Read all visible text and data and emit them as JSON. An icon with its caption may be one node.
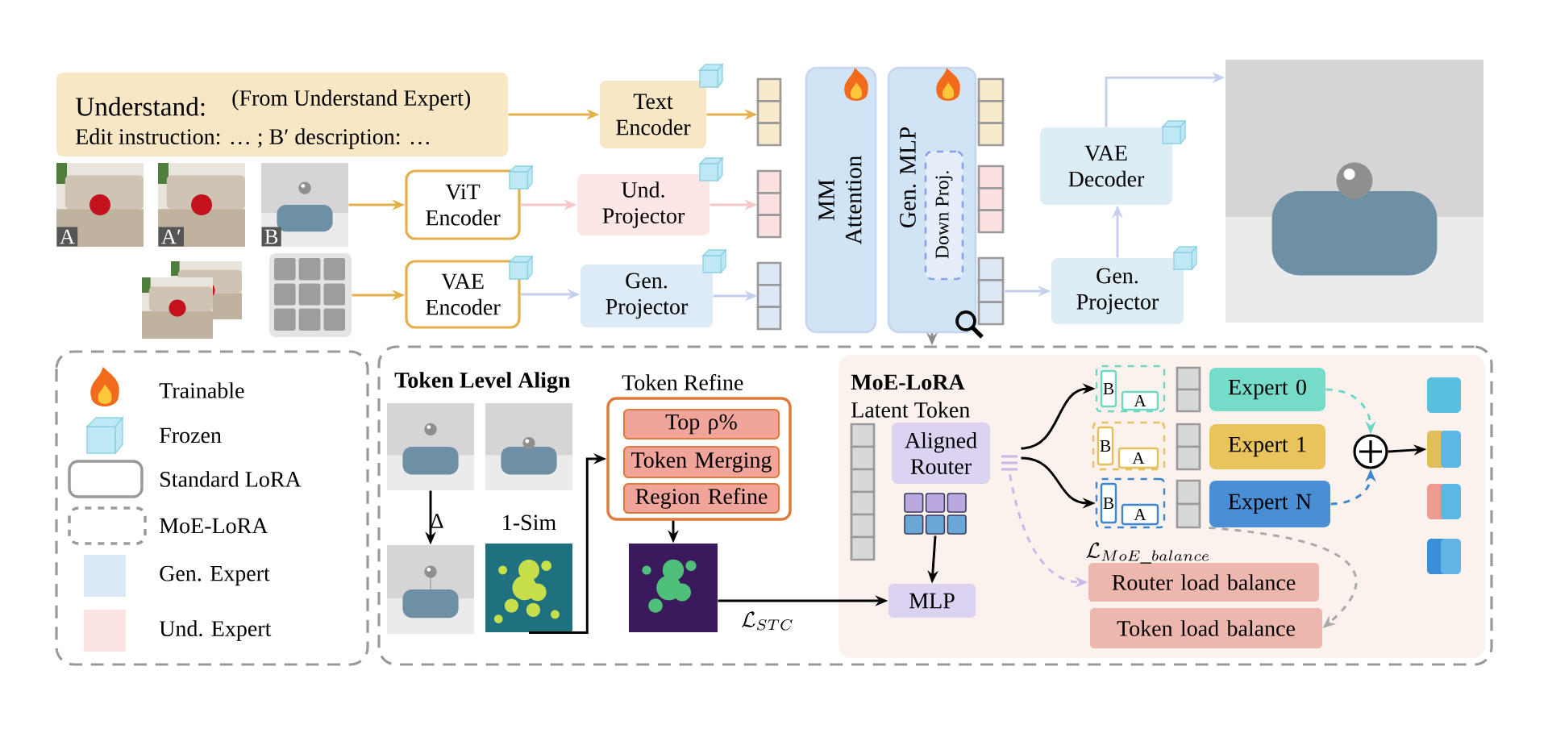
{
  "diagram": {
    "nodes": [
      {
        "text": [
          "Understand:",
          "(From Understand Expert)",
          "Edit instruction: … ; B′ description: …"
        ]
      },
      {
        "text": [
          "Text Encoder"
        ]
      },
      {
        "text": [
          "A"
        ]
      },
      {
        "text": [
          "A′"
        ]
      },
      {
        "text": [
          "B"
        ]
      },
      {
        "text": [
          "ViT Encoder"
        ]
      },
      {
        "text": [
          "Und. Projector"
        ]
      },
      {
        "text": [],
        "shape": "picture"
      },
      {
        "text": [],
        "shape": "picture"
      },
      {
        "text": [
          "VAE Encoder"
        ]
      },
      {
        "text": [
          "Gen. Projector"
        ]
      },
      {
        "text": [],
        "shape": "bar"
      },
      {
        "text": [],
        "shape": "bar"
      },
      {
        "text": [],
        "shape": "bar"
      },
      {
        "text": [
          "MM Attention"
        ]
      },
      {
        "text": [
          "Gen. MLP"
        ]
      },
      {
        "text": [
          "Down Proj."
        ],
        "in": 15
      },
      {
        "text": [],
        "shape": "bar"
      },
      {
        "text": [],
        "shape": "bar"
      },
      {
        "text": [],
        "shape": "bar"
      },
      {
        "text": [
          "VAE Decoder"
        ]
      },
      {
        "text": [
          "Gen. Projector"
        ]
      },
      {
        "text": [],
        "shape": "picture"
      },
      {
        "text": [
          "Token Level Align"
        ]
      },
      {
        "text": [],
        "shape": "picture",
        "in": 23
      },
      {
        "text": [],
        "shape": "picture",
        "in": 23
      },
      {
        "text": [],
        "shape": "picture",
        "in": 23
      },
      {
        "text": [],
        "shape": "picture",
        "beside": [
          "1-Sim"
        ],
        "in": 23
      },
      {
        "text": [
          "Token Refine"
        ],
        "in": 23
      },
      {
        "text": [
          "Top ρ%"
        ],
        "in": 28
      },
      {
        "text": [
          "Token Merging"
        ],
        "in": 28
      },
      {
        "text": [
          "Region Refine"
        ],
        "in": 28
      },
      {
        "text": [],
        "shape": "picture",
        "in": 23
      },
      {
        "text": [
          "MoE-LoRA"
        ],
        "in": 23
      },
      {
        "text": [],
        "shape": "bar",
        "in": 33
      },
      {
        "text": [
          "Aligned Router"
        ],
        "in": 33
      },
      {
        "text": [],
        "shape": "picture",
        "in": 33
      },
      {
        "text": [
          "MLP"
        ],
        "in": 33
      },
      {
        "text": [],
        "shape": "box",
        "in": 33
      },
      {
        "text": [
          "B"
        ],
        "in": 38
      },
      {
        "text": [
          "A"
        ],
        "in": 38
      },
      {
        "text": [],
        "shape": "box",
        "in": 33
      },
      {
        "text": [
          "B"
        ],
        "in": 41
      },
      {
        "text": [
          "A"
        ],
        "in": 41
      },
      {
        "text": [],
        "shape": "box",
        "in": 33
      },
      {
        "text": [
          "B"
        ],
        "in": 44
      },
      {
        "text": [
          "A"
        ],
        "in": 44
      },
      {
        "text": [
          "Expert 0"
        ],
        "in": 33
      },
      {
        "text": [
          "Expert 1"
        ],
        "in": 33
      },
      {
        "text": [
          "Expert N"
        ],
        "in": 33
      },
      {
        "text": [],
        "shape": "circle",
        "in": 33
      },
      {
        "text": [],
        "shape": "box",
        "in": 33
      },
      {
        "text": [],
        "shape": "box",
        "in": 33
      },
      {
        "text": [],
        "shape": "box",
        "in": 33
      },
      {
        "text": [],
        "shape": "box",
        "in": 33
      },
      {
        "text": [
          "Router load balance"
        ],
        "in": 33
      },
      {
        "text": [
          "Token load balance"
        ],
        "in": 33
      }
    ],
    "edges": [
      {
        "from": 0,
        "to": 1,
        "arrow": "to",
        "color": "#e3b04b"
      },
      {
        "from": 4,
        "to": 5,
        "arrow": "to",
        "color": "#e3b04b"
      },
      {
        "from": 8,
        "to": 9,
        "arrow": "to",
        "color": "#e3b04b"
      },
      {
        "from": 5,
        "to": 6,
        "arrow": "to",
        "color": "#f5c6c8"
      },
      {
        "from": 9,
        "to": 10,
        "arrow": "to",
        "color": "#c5cff0"
      },
      {
        "from": 1,
        "to": 11,
        "arrow": "to",
        "color": "#e3b04b"
      },
      {
        "from": 6,
        "to": 12,
        "arrow": "to",
        "color": "#f5c6c8"
      },
      {
        "from": 10,
        "to": 13,
        "arrow": "to",
        "color": "#c5cff0"
      },
      {
        "from": 19,
        "to": 21,
        "arrow": "to",
        "color": "#c5cff0"
      },
      {
        "from": 21,
        "to": 20,
        "arrow": "to",
        "color": "#c5cff0"
      },
      {
        "from": 20,
        "to": 22,
        "arrow": "to",
        "color": "#c5cff0"
      },
      {
        "from": 15,
        "to": 23,
        "arrow": "to",
        "style": "dashed",
        "color": "#8a8a8a"
      },
      {
        "from": 24,
        "to": 26,
        "arrow": "to",
        "label": "Δ"
      },
      {
        "from": 27,
        "to": 28,
        "arrow": "to"
      },
      {
        "from": 28,
        "to": 32,
        "arrow": "to"
      },
      {
        "from": 32,
        "to": 37,
        "arrow": "to",
        "label": "\\mathcal{L}_{STC}"
      },
      {
        "from": 36,
        "to": 37,
        "arrow": "to"
      },
      {
        "from": 35,
        "to": 38,
        "arrow": "to"
      },
      {
        "from": 35,
        "to": 44,
        "arrow": "to"
      },
      {
        "from": 47,
        "to": 50,
        "arrow": "to",
        "style": "dashed",
        "color": "#6fd8c4"
      },
      {
        "from": 49,
        "to": 50,
        "arrow": "to",
        "style": "dashed",
        "color": "#3e86d0"
      },
      {
        "from": 50,
        "to": 52,
        "arrow": "to"
      },
      {
        "from": 35,
        "to": 55,
        "arrow": "to",
        "style": "dashed",
        "color": "#c9b8e8"
      },
      {
        "from": 49,
        "to": 56,
        "arrow": "to",
        "style": "dashed",
        "color": "#a8a8a8",
        "label": "\\mathcal{L}_{MoE\\_balance}"
      }
    ],
    "labels": [
      "Latent Token"
    ],
    "legend": [
      {
        "text": "Trainable"
      },
      {
        "text": "Frozen"
      },
      {
        "text": "Standard LoRA"
      },
      {
        "text": "MoE-LoRA"
      },
      {
        "text": "Gen. Expert",
        "color": "#dbe8f5"
      },
      {
        "text": "Und. Expert",
        "color": "#fce4e4"
      }
    ]
  }
}
